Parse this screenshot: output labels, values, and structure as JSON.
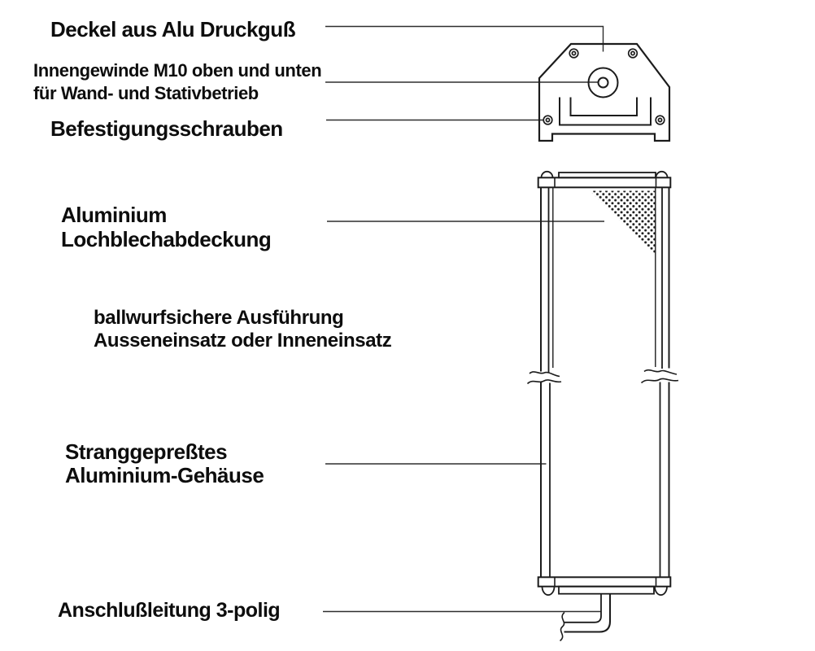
{
  "diagram": {
    "subject": "loudspeaker-column-technical-drawing",
    "labels": {
      "deckel": "Deckel aus Alu Druckguß",
      "innengewinde_1": "Innengewinde M10 oben und unten",
      "innengewinde_2": "für Wand- und Stativbetrieb",
      "befestigung": "Befestigungsschrauben",
      "lochblech_1": "Aluminium",
      "lochblech_2": "Lochblechabdeckung",
      "ballwurf_1": "ballwurfsichere Ausführung",
      "ballwurf_2": "Ausseneinsatz oder Inneneinsatz",
      "gehaeuse_1": "Stranggepreßtes",
      "gehaeuse_2": "Aluminium-Gehäuse",
      "anschluss": "Anschlußleitung 3-polig"
    },
    "colors": {
      "ink": "#1c1c1c",
      "leader_line": "#2e2e2e",
      "background": "#ffffff"
    }
  }
}
